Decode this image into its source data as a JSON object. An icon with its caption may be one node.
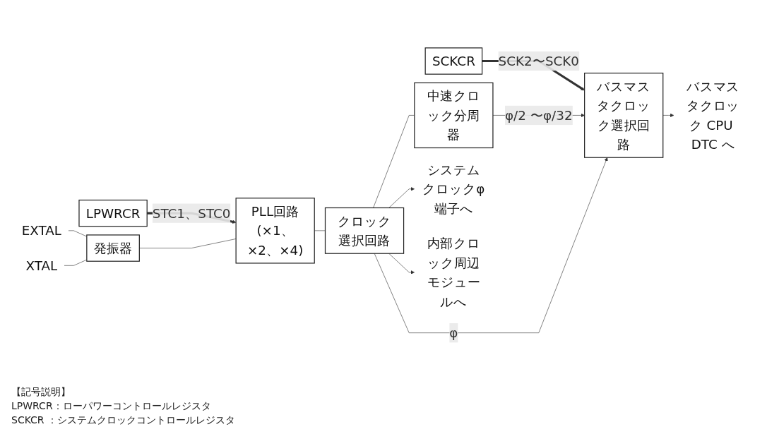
{
  "diagram": {
    "nodes": [
      {
        "text": [
          "LPWRCR"
        ]
      },
      {
        "text": [
          "SCKCR"
        ]
      },
      {
        "text": [
          "EXTAL"
        ]
      },
      {
        "text": [
          "XTAL"
        ]
      },
      {
        "text": [
          "発振器"
        ]
      },
      {
        "text": [
          "PLL回路(×1、×2、×4)"
        ]
      },
      {
        "text": [
          "クロック選択回路"
        ]
      },
      {
        "text": [
          "中速クロック分周器"
        ]
      },
      {
        "text": [
          "バスマスタクロック選択回路"
        ]
      },
      {
        "text": [
          "システムクロックφ端子へ"
        ]
      },
      {
        "text": [
          "内部クロック周辺モジュールへ"
        ]
      },
      {
        "text": [
          "バスマスタクロック CPU DTC へ"
        ]
      }
    ],
    "edges": [
      {
        "from": 0,
        "to": 5,
        "arrow": "to",
        "label": "STC1、STC0",
        "style": "thick"
      },
      {
        "from": 1,
        "to": 8,
        "arrow": "to",
        "label": "SCK2〜SCK0",
        "style": "thick"
      },
      {
        "from": 2,
        "to": 4,
        "arrow": "none"
      },
      {
        "from": 3,
        "to": 4,
        "arrow": "none"
      },
      {
        "from": 4,
        "to": 5,
        "arrow": "none"
      },
      {
        "from": 5,
        "to": 6,
        "arrow": "none"
      },
      {
        "from": 6,
        "to": 7,
        "arrow": "none"
      },
      {
        "from": 7,
        "to": 8,
        "arrow": "to",
        "label": "φ/2 〜φ/32"
      },
      {
        "from": 6,
        "to": 8,
        "arrow": "to",
        "label": "φ"
      },
      {
        "from": 6,
        "to": 9,
        "arrow": "to"
      },
      {
        "from": 6,
        "to": 10,
        "arrow": "to"
      },
      {
        "from": 8,
        "to": 11,
        "arrow": "to"
      }
    ],
    "labels": [
      "【記号説明】",
      "LPWRCR：ローパワーコントロールレジスタ",
      "SCKCR ：システムクロックコントロールレジスタ"
    ]
  }
}
